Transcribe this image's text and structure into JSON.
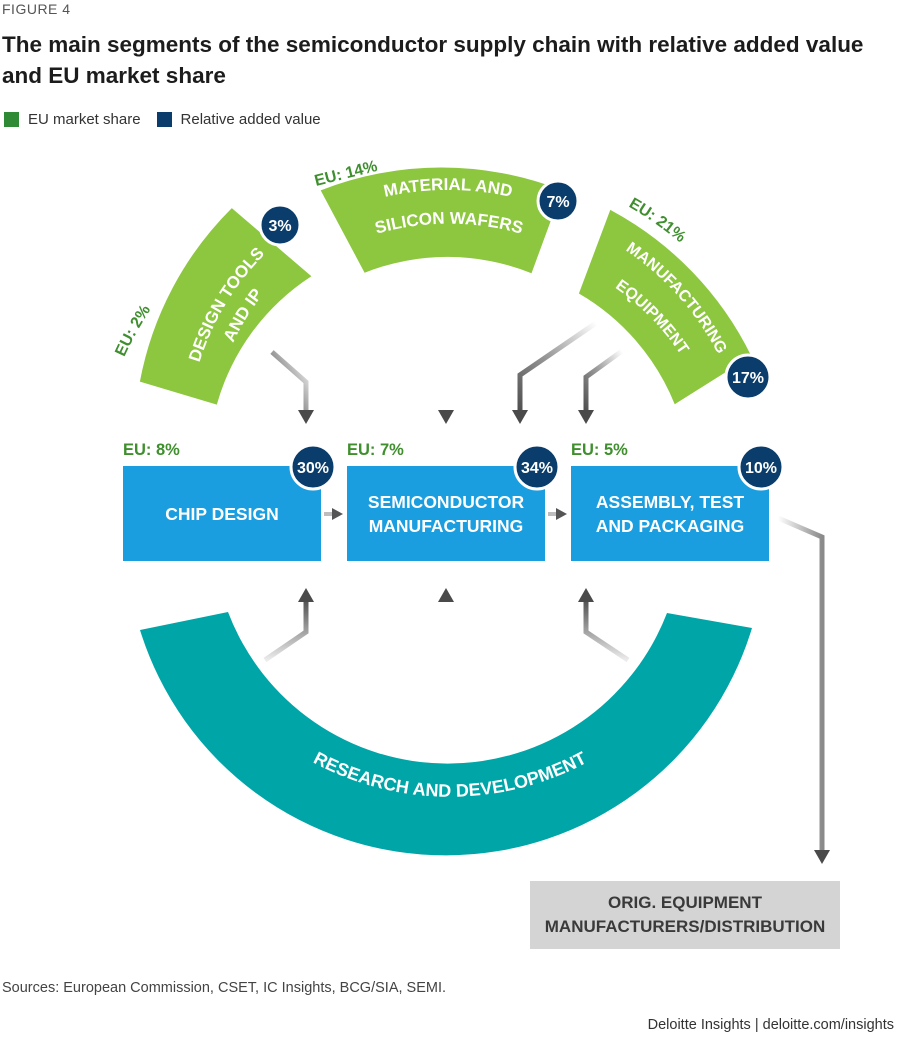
{
  "figure_label": "FIGURE 4",
  "title": "The main segments of the semiconductor supply chain with relative added value and EU market share",
  "legend": {
    "eu_share": {
      "label": "EU market share",
      "color": "#2f8a36"
    },
    "added_value": {
      "label": "Relative added value",
      "color": "#0a3d6b"
    }
  },
  "inputs": {
    "design_tools": {
      "line1": "DESIGN TOOLS",
      "line2": "AND IP",
      "eu": "EU: 2%",
      "value": "3%"
    },
    "materials": {
      "line1": "MATERIAL AND",
      "line2": "SILICON WAFERS",
      "eu": "EU: 14%",
      "value": "7%"
    },
    "equipment": {
      "line1": "MANUFACTURING",
      "line2": "EQUIPMENT",
      "eu": "EU: 21%",
      "value": "17%"
    }
  },
  "stages": {
    "chip_design": {
      "label": "CHIP DESIGN",
      "eu": "EU: 8%",
      "value": "30%"
    },
    "manufacturing": {
      "line1": "SEMICONDUCTOR",
      "line2": "MANUFACTURING",
      "eu": "EU: 7%",
      "value": "34%"
    },
    "assembly": {
      "line1": "ASSEMBLY, TEST",
      "line2": "AND PACKAGING",
      "eu": "EU: 5%",
      "value": "10%"
    }
  },
  "research": {
    "label": "RESEARCH AND DEVELOPMENT"
  },
  "oem": {
    "line1": "ORIG. EQUIPMENT",
    "line2": "MANUFACTURERS/DISTRIBUTION"
  },
  "sources": "Sources: European Commission, CSET, IC Insights, BCG/SIA, SEMI.",
  "credit": "Deloitte Insights | deloitte.com/insights",
  "colors": {
    "green": "#8dc63f",
    "blue": "#1a9ee0",
    "teal": "#00a5a8",
    "navy": "#0a3d6b",
    "grey_box": "#d4d4d4",
    "arrow": "#595959"
  }
}
